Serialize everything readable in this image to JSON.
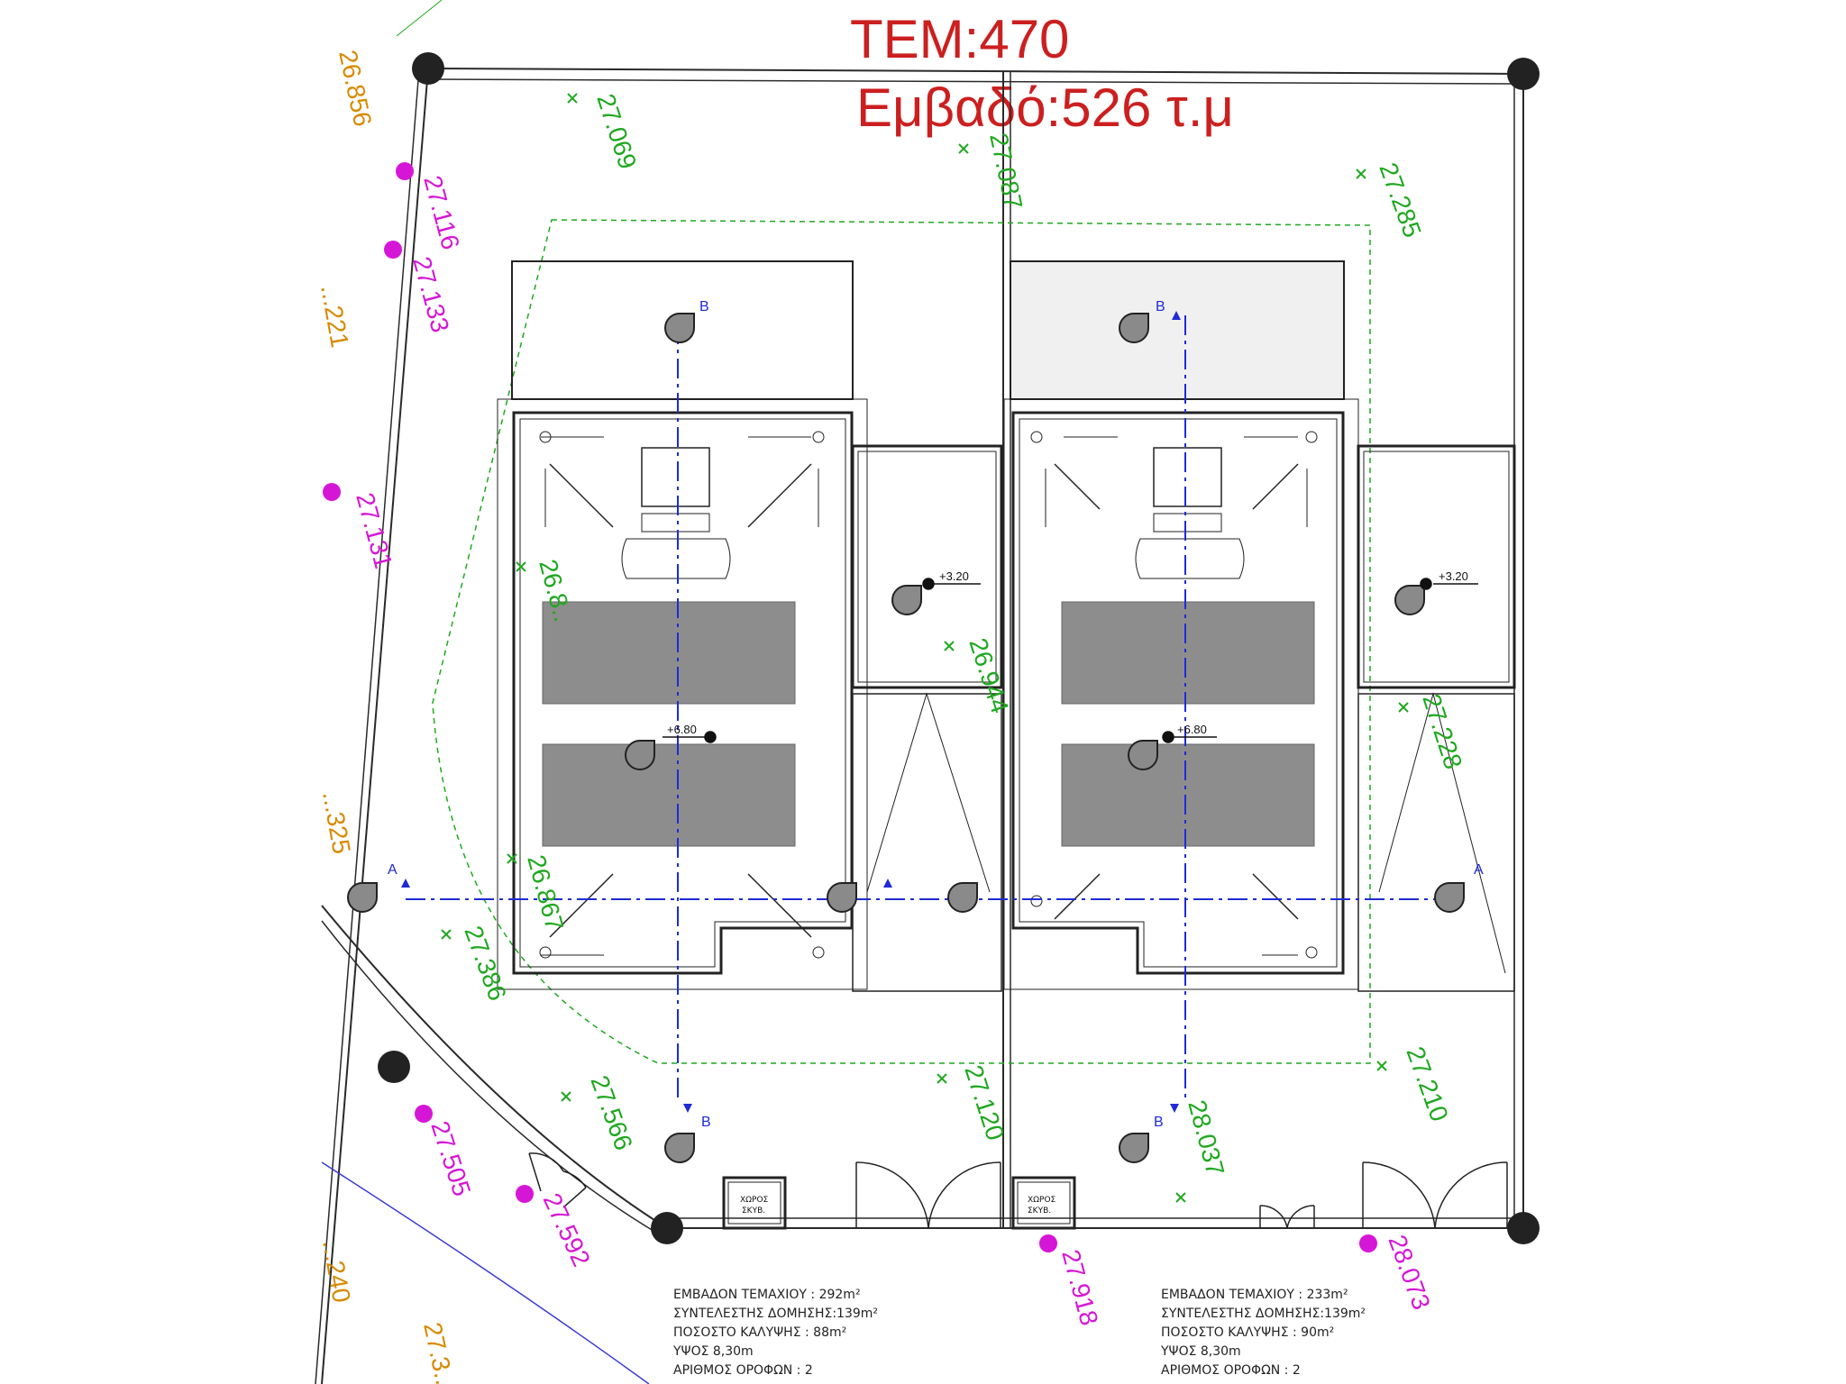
{
  "plot": {
    "tem": "ΤΕΜ:470",
    "area": "Εμβαδό:526 τ.μ"
  },
  "colors": {
    "title": "#cc1f1f",
    "green_elevation": "#1fa81f",
    "magenta_elevation": "#d616d6",
    "orange_elevation": "#d88a00",
    "section_line": "#1f2bd6"
  },
  "elevations_green": [
    "27.069",
    "27.087",
    "27.285",
    "26.8..",
    "26.944",
    "27.228",
    "26.867",
    "27.386",
    "27.566",
    "27.120",
    "27.210",
    "28.037"
  ],
  "elevations_magenta": [
    "27.116",
    "27.133",
    "27.131",
    "27.505",
    "27.592",
    "27.918",
    "28.073"
  ],
  "elevations_orange": [
    "26.856",
    "...221",
    "...325",
    "...240",
    "27.3..."
  ],
  "level_marks": {
    "roof_left": "+6.80",
    "roof_right": "+6.80",
    "annex_left": "+3.20",
    "annex_right": "+3.20"
  },
  "section_marks": {
    "a": "A",
    "b": "B"
  },
  "rooms": {
    "left_bin": [
      "ΧΩΡΟΣ",
      "ΣΚΥΒ."
    ],
    "right_bin": [
      "ΧΩΡΟΣ",
      "ΣΚΥΒ."
    ]
  },
  "info_left": [
    "ΕΜΒΑΔΟΝ ΤΕΜΑΧΙΟΥ : 292m²",
    "ΣΥΝΤΕΛΕΣΤΗΣ ΔΟΜΗΣΗΣ:139m²",
    "ΠΟΣΟΣΤΟ ΚΑΛΥΨΗΣ : 88m²",
    "ΥΨΟΣ 8,30m",
    "ΑΡΙΘΜΟΣ ΟΡΟΦΩΝ : 2"
  ],
  "info_right": [
    "ΕΜΒΑΔΟΝ ΤΕΜΑΧΙΟΥ : 233m²",
    "ΣΥΝΤΕΛΕΣΤΗΣ ΔΟΜΗΣΗΣ:139m²",
    "ΠΟΣΟΣΤΟ ΚΑΛΥΨΗΣ : 90m²",
    "ΥΨΟΣ 8,30m",
    "ΑΡΙΘΜΟΣ ΟΡΟΦΩΝ : 2"
  ]
}
